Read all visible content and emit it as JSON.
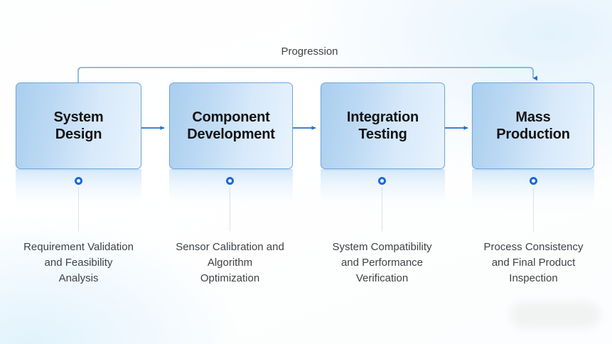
{
  "diagram": {
    "title": "Progression",
    "accent_color": "#1669dd",
    "box_border_color": "#6ea8dd",
    "connector_color": "#4a90d9",
    "caption_color": "#3e4246",
    "progression": {
      "label": "Progression",
      "from_stage": 1,
      "to_stage": 4,
      "direction": "left-to-right"
    },
    "stages": [
      {
        "index": 1,
        "title": "System\nDesign",
        "title_lines": [
          "System",
          "Design"
        ],
        "caption": "Requirement Validation\nand Feasibility\nAnalysis",
        "caption_lines": [
          "Requirement Validation",
          "and Feasibility",
          "Analysis"
        ],
        "marker": "node-dot"
      },
      {
        "index": 2,
        "title": "Component\nDevelopment",
        "title_lines": [
          "Component",
          "Development"
        ],
        "caption": "Sensor Calibration and\nAlgorithm\nOptimization",
        "caption_lines": [
          "Sensor Calibration and",
          "Algorithm",
          "Optimization"
        ],
        "marker": "node-dot"
      },
      {
        "index": 3,
        "title": "Integration\nTesting",
        "title_lines": [
          "Integration",
          "Testing"
        ],
        "caption": "System Compatibility\nand Performance\nVerification",
        "caption_lines": [
          "System Compatibility",
          "and Performance",
          "Verification"
        ],
        "marker": "node-dot"
      },
      {
        "index": 4,
        "title": "Mass\nProduction",
        "title_lines": [
          "Mass",
          "Production"
        ],
        "caption": "Process Consistency\nand Final Product\nInspection",
        "caption_lines": [
          "Process Consistency",
          "and Final Product",
          "Inspection"
        ],
        "marker": "node-dot"
      }
    ],
    "arrows": [
      {
        "from": "System Design",
        "to": "Component Development",
        "style": "solid-arrow"
      },
      {
        "from": "Component Development",
        "to": "Integration Testing",
        "style": "solid-arrow"
      },
      {
        "from": "Integration Testing",
        "to": "Mass Production",
        "style": "solid-arrow"
      }
    ]
  }
}
